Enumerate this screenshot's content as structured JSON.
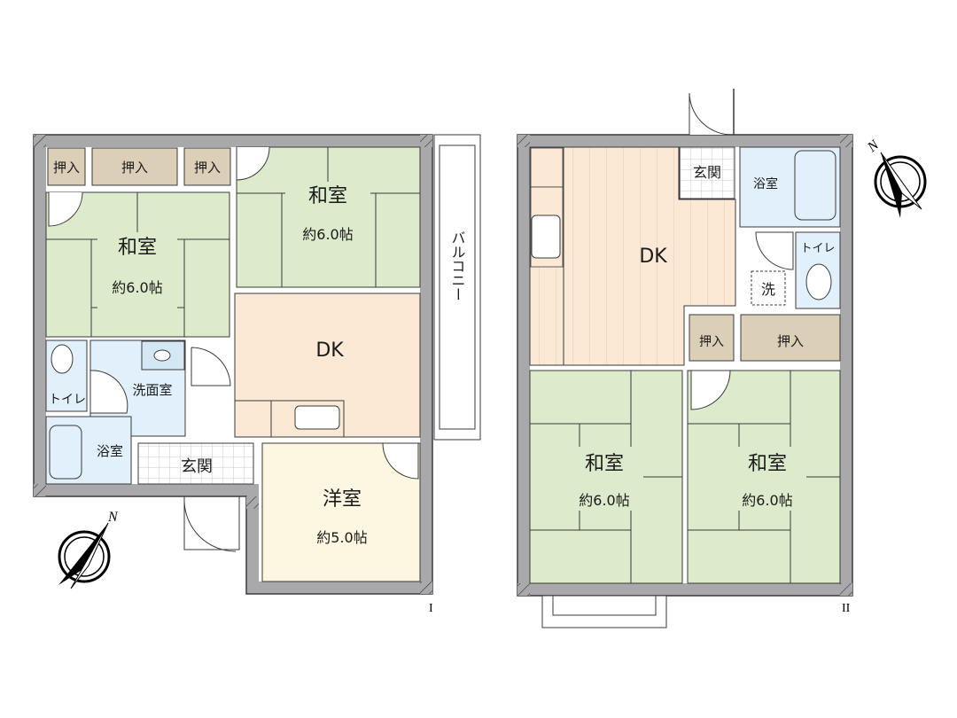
{
  "colors": {
    "wall": "#a9a9ab",
    "wall_outline": "#3a3a3a",
    "washitsu": "#dcebcc",
    "dk": "#fbe9d6",
    "yoshitsu": "#fdf7e2",
    "oshiire": "#dccfb8",
    "water": "#e1f0fa",
    "genkan": "#ffffff"
  },
  "floor1": {
    "label": "I",
    "rooms": {
      "oshiire_1": "押入",
      "oshiire_2": "押入",
      "oshiire_3": "押入",
      "washitsu_west": {
        "name": "和室",
        "size": "約6.0帖"
      },
      "washitsu_east": {
        "name": "和室",
        "size": "約6.0帖"
      },
      "dk": "DK",
      "toilet": "トイレ",
      "senmenshitsu": "洗面室",
      "bath": "浴室",
      "genkan": "玄関",
      "yoshitsu": {
        "name": "洋室",
        "size": "約5.0帖"
      },
      "balcony": "バルコニー"
    },
    "compass": "N"
  },
  "floor2": {
    "label": "II",
    "rooms": {
      "dk": "DK",
      "genkan": "玄関",
      "bath": "浴室",
      "toilet": "トイレ",
      "washer": "洗",
      "oshiire_1": "押入",
      "oshiire_2": "押入",
      "washitsu_west": {
        "name": "和室",
        "size": "約6.0帖"
      },
      "washitsu_east": {
        "name": "和室",
        "size": "約6.0帖"
      }
    },
    "compass": "N"
  }
}
